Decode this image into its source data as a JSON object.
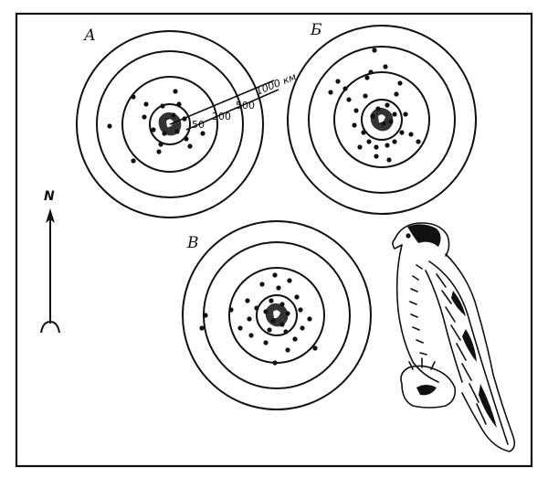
{
  "panels": [
    {
      "id": "A",
      "label": "А"
    },
    {
      "id": "B",
      "label": "Б"
    },
    {
      "id": "V",
      "label": "В"
    }
  ],
  "scale": {
    "labels": [
      "50",
      "200",
      "500",
      "1000 км"
    ]
  },
  "compass": {
    "label": "N",
    "icon": "north-arrow-icon"
  },
  "illustration": {
    "icon": "falcon-icon"
  }
}
